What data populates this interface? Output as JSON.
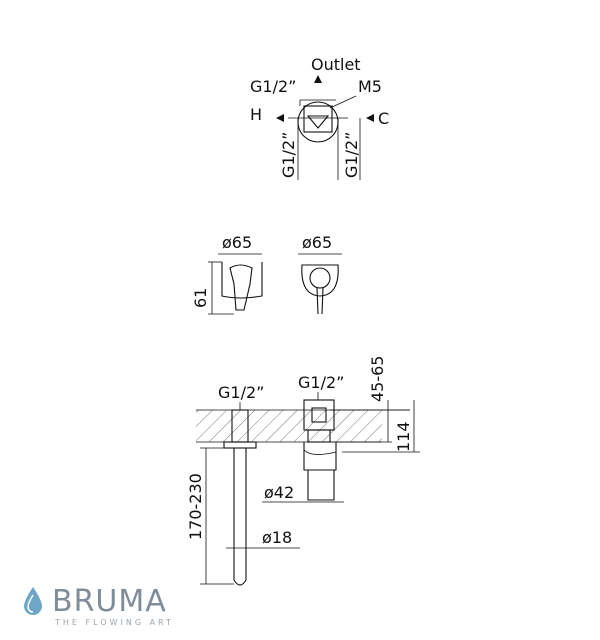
{
  "top_view": {
    "outlet": "Outlet",
    "g_top": "G1/2”",
    "m5": "M5",
    "h": "H",
    "c": "C",
    "g_left": "G1/2”",
    "g_right": "G1/2”"
  },
  "handle_view": {
    "dia_left": "ø65",
    "dia_right": "ø65",
    "height": "61"
  },
  "side_view": {
    "g_left": "G1/2”",
    "g_right": "G1/2”",
    "depth": "45-65",
    "body_height": "114",
    "dia42": "ø42",
    "dia18": "ø18",
    "spout_length": "170-230"
  },
  "logo": {
    "brand": "BRUMA",
    "tagline": "THE FLOWING ART"
  }
}
